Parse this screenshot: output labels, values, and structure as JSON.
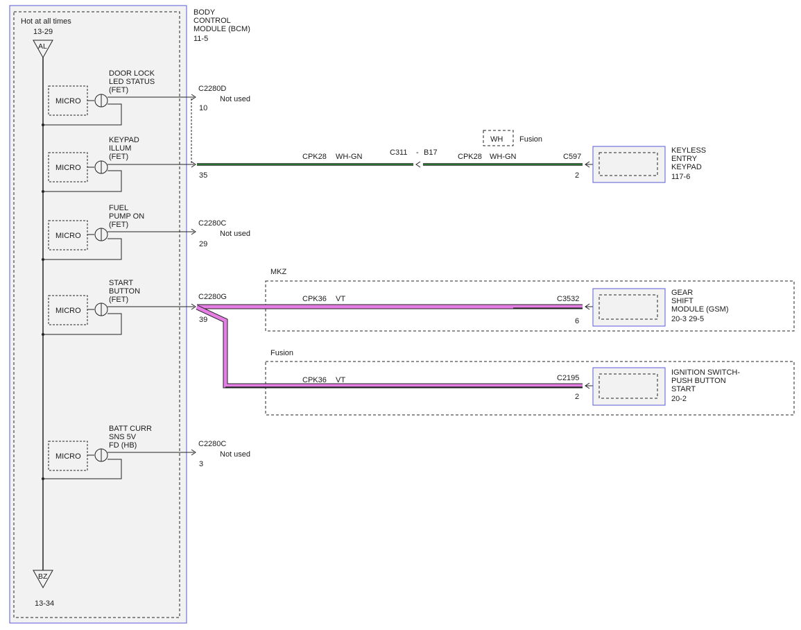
{
  "bcm": {
    "hot_label": "Hot at all times",
    "top_ref": "13-29",
    "top_terminal": "AL",
    "bottom_terminal": "BZ",
    "bottom_ref": "13-34",
    "title_line1": "BODY",
    "title_line2": "CONTROL",
    "title_line3": "MODULE (BCM)",
    "title_ref": "11-5"
  },
  "circuits": [
    {
      "micro_label": "MICRO",
      "name_lines": [
        "DOOR LOCK",
        "LED STATUS",
        "(FET)"
      ],
      "connector": "C2280D",
      "pin": "10",
      "status": "Not used"
    },
    {
      "micro_label": "MICRO",
      "name_lines": [
        "KEYPAD",
        "ILLUM",
        "(FET)"
      ],
      "connector": "",
      "pin": "35",
      "status": ""
    },
    {
      "micro_label": "MICRO",
      "name_lines": [
        "FUEL",
        "PUMP ON",
        "(FET)"
      ],
      "connector": "C2280C",
      "pin": "29",
      "status": "Not used"
    },
    {
      "micro_label": "MICRO",
      "name_lines": [
        "START",
        "BUTTON",
        "(FET)"
      ],
      "connector": "C2280G",
      "pin": "39",
      "status": ""
    },
    {
      "micro_label": "MICRO",
      "name_lines": [
        "BATT CURR",
        "SNS 5V",
        "FD (HB)"
      ],
      "connector": "C2280C",
      "pin": "3",
      "status": "Not used"
    }
  ],
  "keypad_wire": {
    "circuit_left": "CPK28",
    "color_left": "WH-GN",
    "inline_connector": "C311",
    "inline_dash": "-",
    "inline_pin": "B17",
    "circuit_right": "CPK28",
    "color_right": "WH-GN",
    "option_box": "WH",
    "option_label": "Fusion",
    "end_connector": "C597",
    "end_pin": "2",
    "module_lines": [
      "KEYLESS",
      "ENTRY",
      "KEYPAD"
    ],
    "module_ref": "117-6",
    "wire_color": "#2e8b3a"
  },
  "gsm_wire": {
    "region_label": "MKZ",
    "circuit": "CPK36",
    "color": "VT",
    "end_connector": "C3532",
    "end_pin": "6",
    "module_lines": [
      "GEAR",
      "SHIFT",
      "MODULE (GSM)"
    ],
    "module_ref": "20-3   29-5",
    "wire_color": "#e47ee4"
  },
  "ignition_wire": {
    "region_label": "Fusion",
    "circuit": "CPK36",
    "color": "VT",
    "end_connector": "C2195",
    "end_pin": "2",
    "module_lines": [
      "IGNITION SWITCH-",
      "PUSH BUTTON",
      "START"
    ],
    "module_ref": "20-2",
    "wire_color": "#e47ee4"
  }
}
